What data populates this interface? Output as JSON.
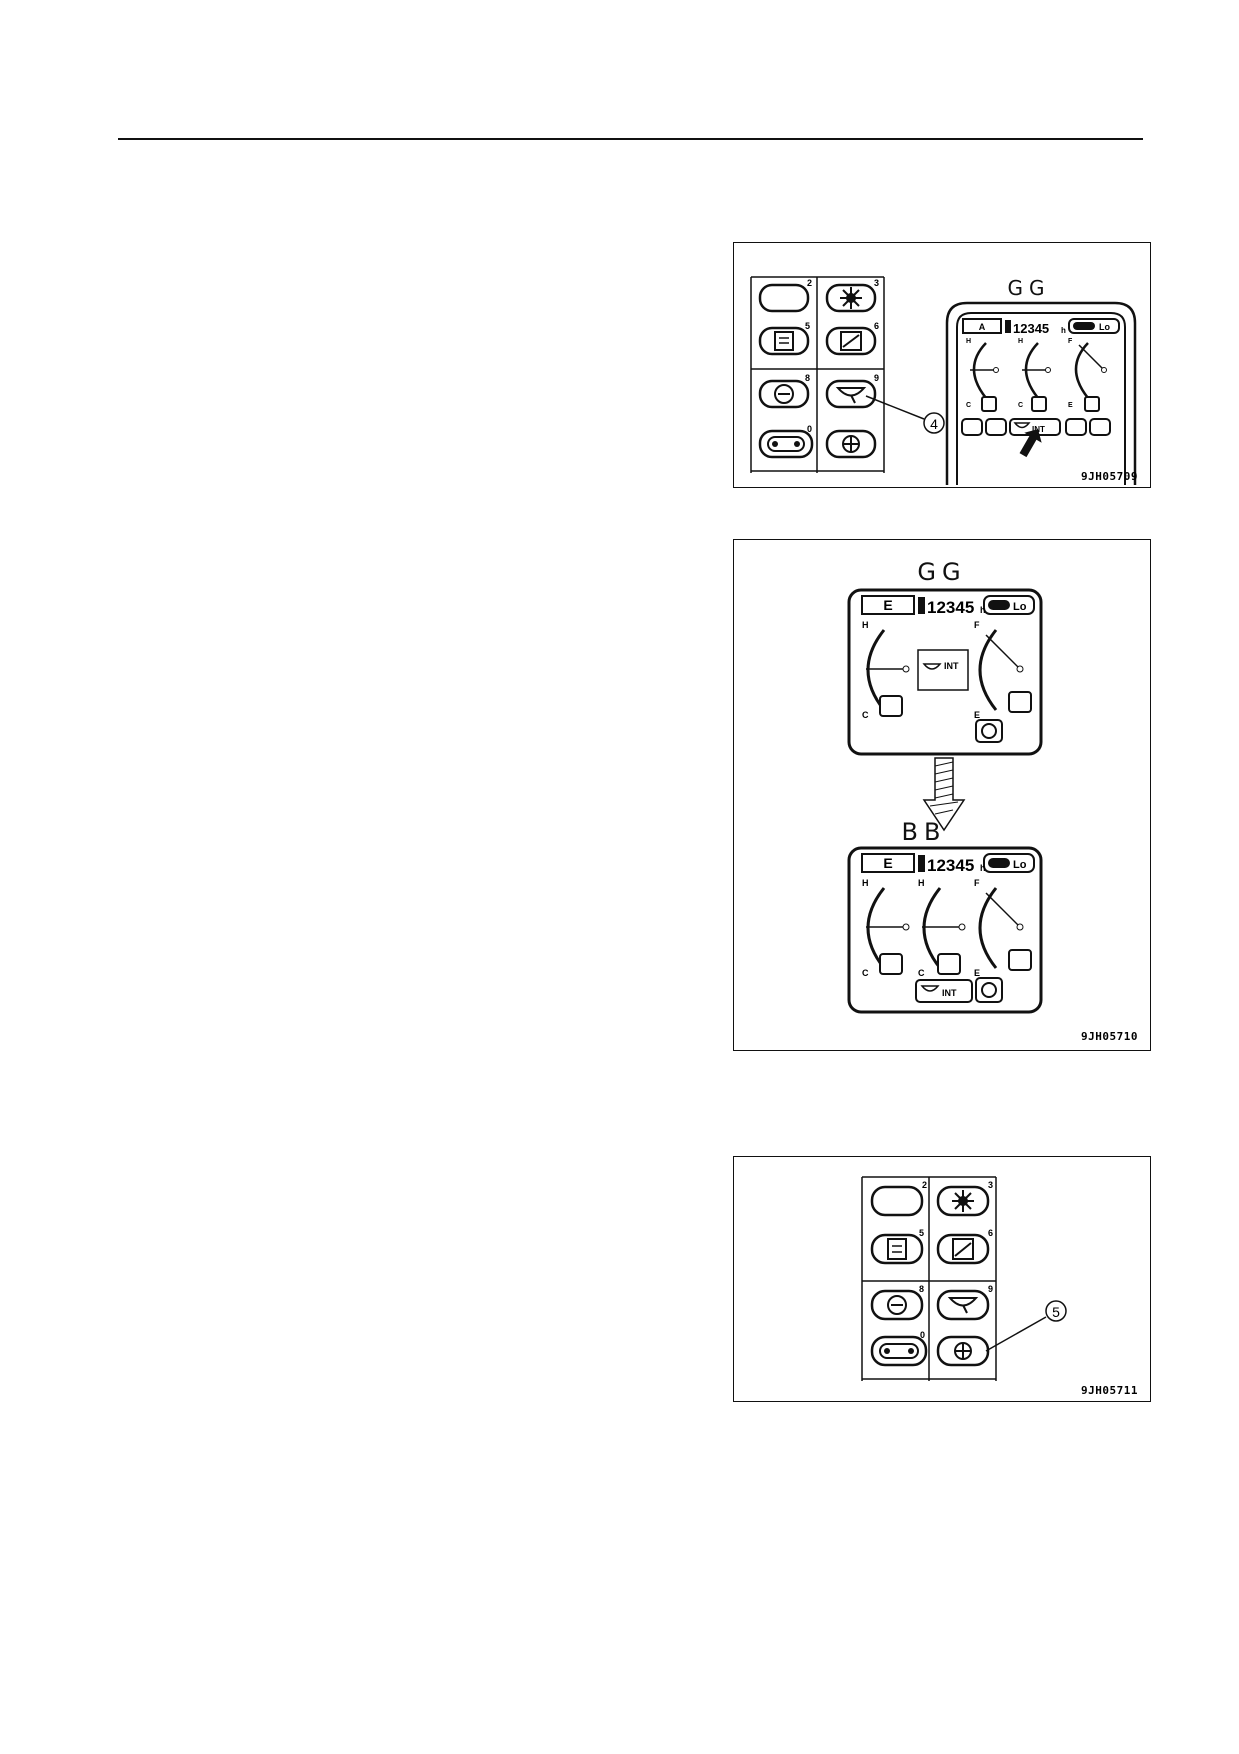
{
  "figure1": {
    "code": "9JH05709",
    "screen_label": "GG",
    "callout": "4",
    "keypad_numbers": [
      "2",
      "3",
      "5",
      "6",
      "8",
      "9",
      "0"
    ],
    "panel": {
      "mode": "A",
      "hours": "12345",
      "hours_unit": "h",
      "speed": "Lo",
      "wiper": "INT",
      "gauge_marks": [
        "H",
        "C",
        "H",
        "C",
        "F",
        "E"
      ]
    }
  },
  "figure2": {
    "code": "9JH05710",
    "screen_top_label": "GG",
    "screen_bottom_label": "BB",
    "panel_top": {
      "mode": "E",
      "hours": "12345",
      "hours_unit": "h",
      "speed": "Lo",
      "wiper": "INT",
      "gauge_marks": [
        "H",
        "C",
        "F",
        "E"
      ]
    },
    "panel_bottom": {
      "mode": "E",
      "hours": "12345",
      "hours_unit": "h",
      "speed": "Lo",
      "wiper": "INT",
      "gauge_marks": [
        "H",
        "C",
        "H",
        "C",
        "F",
        "E"
      ]
    }
  },
  "figure3": {
    "code": "9JH05711",
    "callout": "5",
    "keypad_numbers": [
      "2",
      "3",
      "5",
      "6",
      "8",
      "9",
      "0"
    ]
  },
  "colors": {
    "ink": "#111111",
    "paper": "#ffffff"
  }
}
